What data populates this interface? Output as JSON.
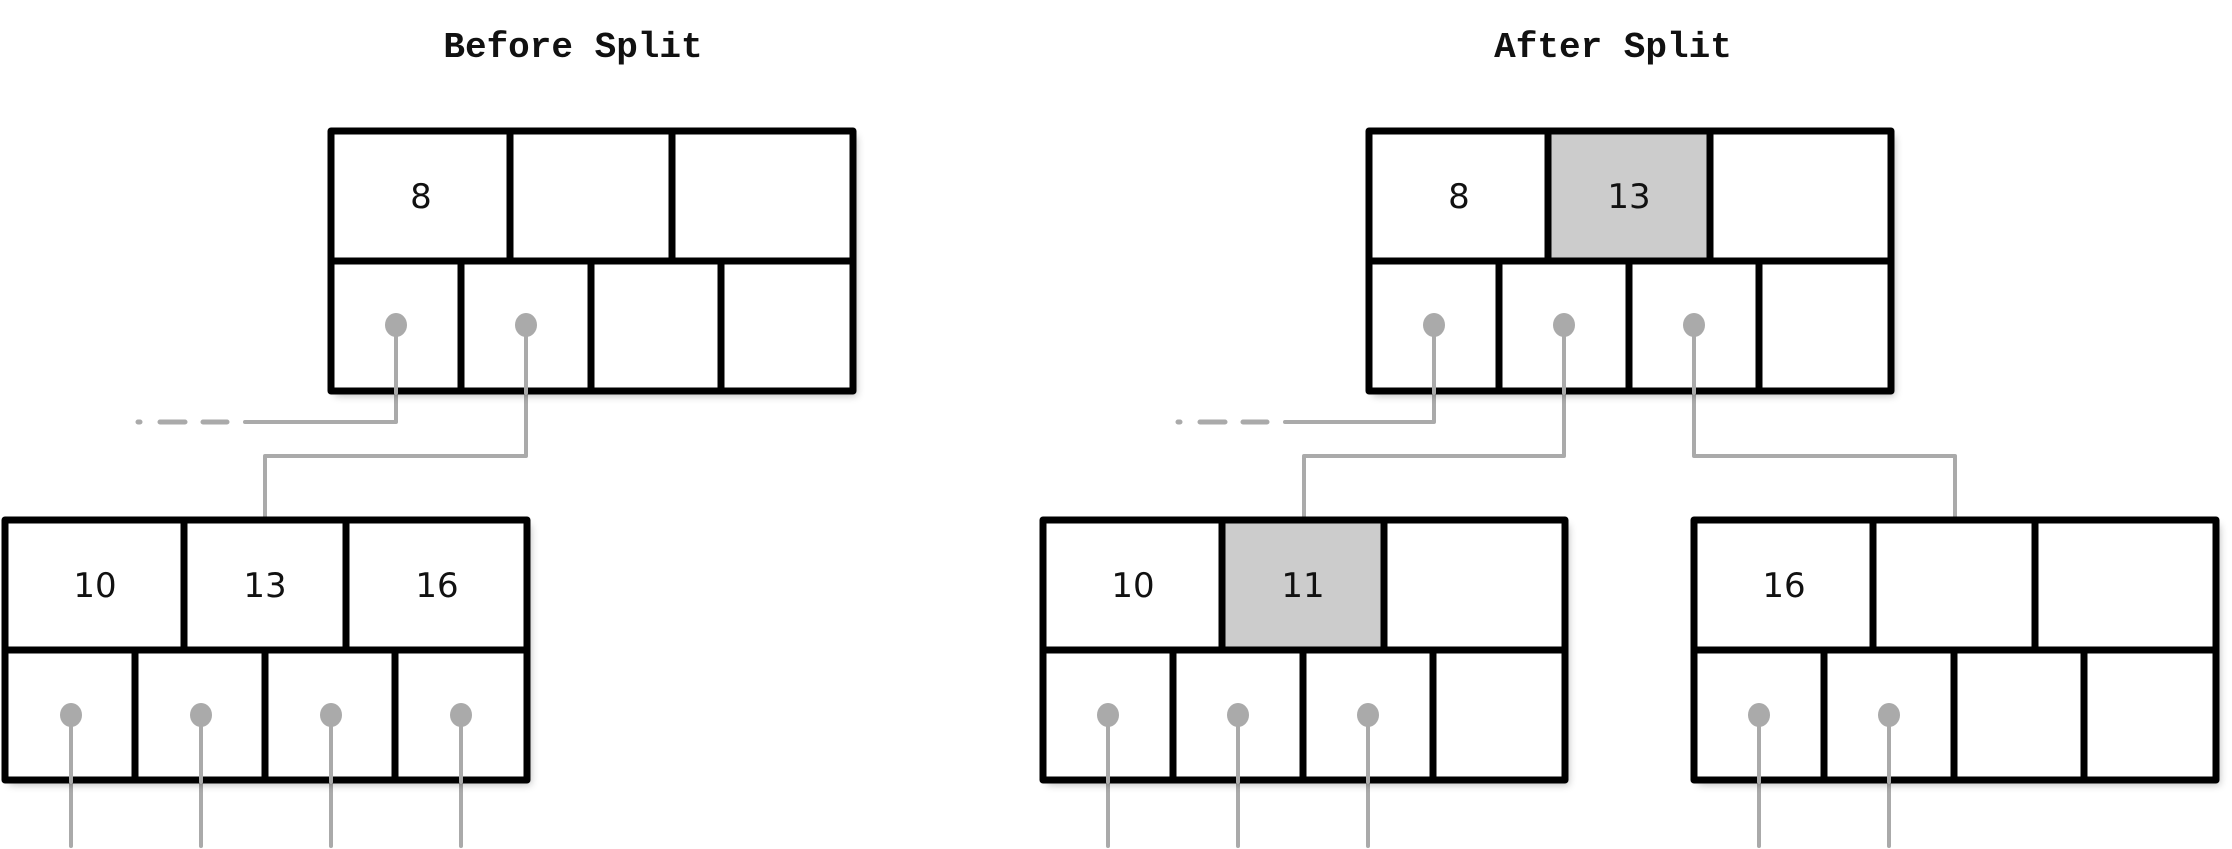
{
  "titles": {
    "before": "Before Split",
    "after": "After Split"
  },
  "colors": {
    "border": "#000000",
    "pointer": "#aaaaaa",
    "highlight": "#cccccc",
    "background": "#ffffff"
  },
  "before": {
    "root": {
      "keys": [
        "8",
        "",
        ""
      ],
      "highlight": [
        false,
        false,
        false
      ],
      "pointers": [
        true,
        true,
        false,
        false
      ]
    },
    "leaf": {
      "keys": [
        "10",
        "13",
        "16"
      ],
      "highlight": [
        false,
        false,
        false
      ],
      "pointers": [
        true,
        true,
        true,
        true
      ]
    }
  },
  "after": {
    "root": {
      "keys": [
        "8",
        "13",
        ""
      ],
      "highlight": [
        false,
        true,
        false
      ],
      "pointers": [
        true,
        true,
        true,
        false
      ]
    },
    "left_leaf": {
      "keys": [
        "10",
        "11",
        ""
      ],
      "highlight": [
        false,
        true,
        false
      ],
      "pointers": [
        true,
        true,
        true,
        false
      ]
    },
    "right_leaf": {
      "keys": [
        "16",
        "",
        ""
      ],
      "highlight": [
        false,
        false,
        false
      ],
      "pointers": [
        true,
        true,
        false,
        false
      ]
    }
  }
}
